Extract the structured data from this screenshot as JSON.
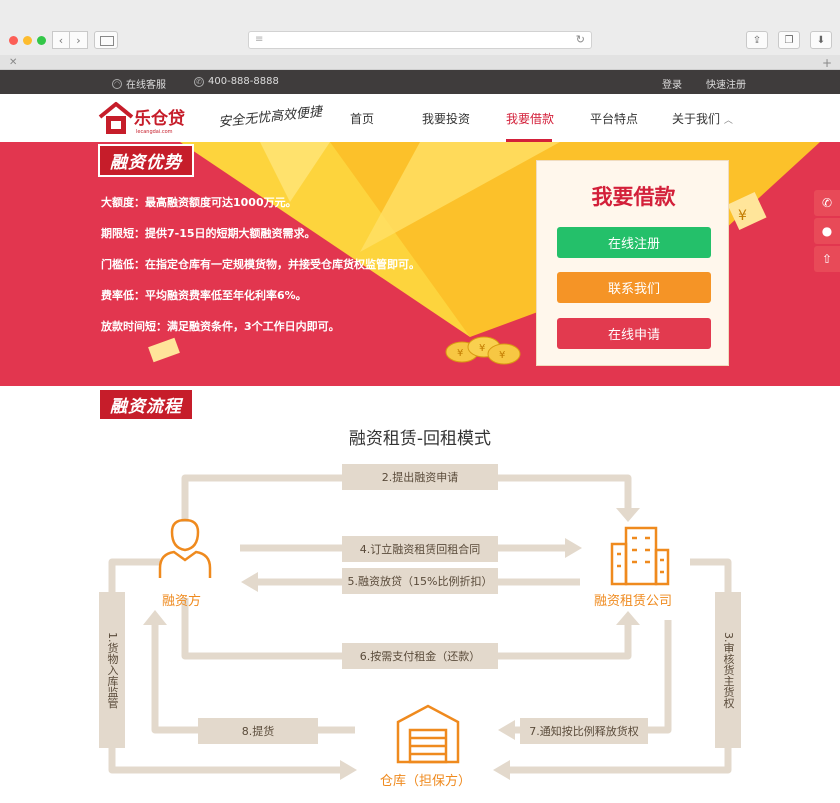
{
  "topbar": {
    "service": "在线客服",
    "phone": "400-888-8888",
    "login": "登录",
    "register": "快速注册"
  },
  "header": {
    "logo_text": "乐仓贷",
    "logo_domain": "lecangdai.com",
    "slogan": "安全无忧高效便捷",
    "nav": [
      "首页",
      "我要投资",
      "我要借款",
      "平台特点",
      "关于我们"
    ],
    "active_nav": "我要借款",
    "accent": "#d3203a"
  },
  "banner": {
    "ribbon": "融资优势",
    "features": [
      "大额度：最高融资额度可达1000万元。",
      "期限短：提供7-15日的短期大额融资需求。",
      "门槛低：在指定仓库有一定规模货物，并接受仓库货权监管即可。",
      "费率低：平均融资费率低至年化利率6%。",
      "放款时间短：满足融资条件，3个工作日内即可。"
    ],
    "card_title": "我要借款",
    "buttons": [
      "在线注册",
      "联系我们",
      "在线申请"
    ],
    "button_colors": [
      "#24c06a",
      "#f59426",
      "#e23a4f"
    ]
  },
  "flow": {
    "ribbon": "融资流程",
    "title": "融资租赁-回租模式",
    "nodes": {
      "borrower": "融资方",
      "lessor": "融资租赁公司",
      "warehouse": "仓库（担保方）"
    },
    "steps": {
      "s1": "1.货物入库监管",
      "s2": "2.提出融资申请",
      "s3": "3.审核货主货权",
      "s4": "4.订立融资租赁回租合同",
      "s5": "5.融资放贷（15%比例折扣）",
      "s6": "6.按需支付租金（还款）",
      "s7": "7.通知按比例释放货权",
      "s8": "8.提货"
    }
  },
  "sidebar_icons": [
    "phone-icon",
    "qq-icon",
    "back-to-top-icon"
  ]
}
